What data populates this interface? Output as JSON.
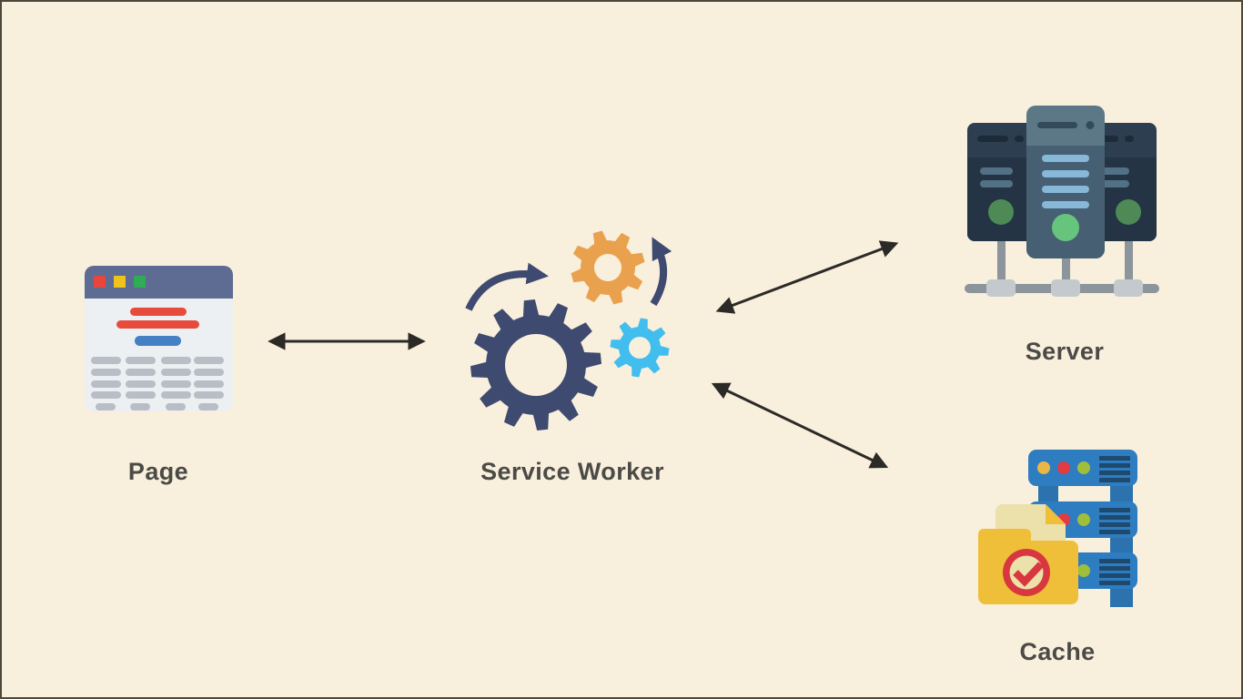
{
  "diagram": {
    "background": "#f8efdc",
    "border_color": "#4c483b",
    "nodes": [
      {
        "id": "page",
        "label": "Page",
        "icon": "browser-window-icon"
      },
      {
        "id": "service-worker",
        "label": "Service Worker",
        "icon": "gears-icon"
      },
      {
        "id": "server",
        "label": "Server",
        "icon": "server-rack-icon"
      },
      {
        "id": "cache",
        "label": "Cache",
        "icon": "cache-folder-icon"
      }
    ],
    "edges": [
      {
        "from": "Page",
        "to": "Service Worker",
        "style": "double-headed-arrow"
      },
      {
        "from": "Service Worker",
        "to": "Server",
        "style": "double-headed-arrow"
      },
      {
        "from": "Service Worker",
        "to": "Cache",
        "style": "double-headed-arrow"
      }
    ],
    "colors": {
      "arrow": "#2b2a27",
      "label_text": "#4b4a47",
      "gear_navy": "#3f4a70",
      "gear_orange": "#eaa14e",
      "gear_blue": "#41bdee",
      "browser_header": "#5e6b92",
      "server_tower_dark": "#2c3e50",
      "server_tower_light": "#5c7886",
      "server_green": "#67c47d",
      "cache_blue": "#2e7dc1",
      "folder_yellow": "#efbf3a",
      "document_cream": "#ece0ab",
      "badge_red": "#d8373f"
    }
  }
}
